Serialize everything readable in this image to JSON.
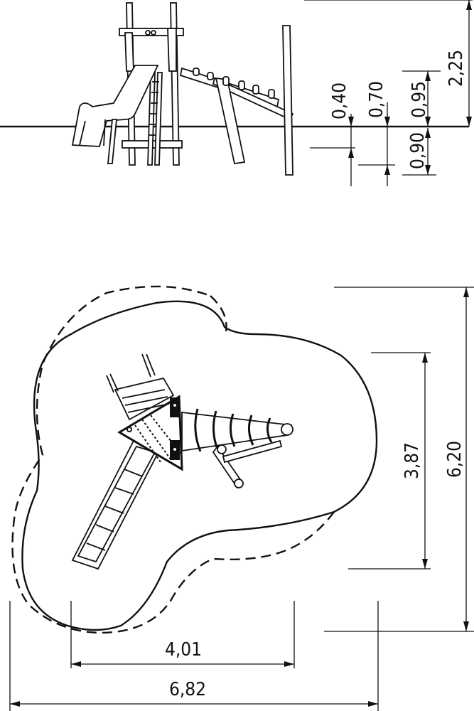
{
  "drawing": {
    "side_view": {
      "dimensions": {
        "total_height": "2,25",
        "platform_height": "0,95",
        "level_a": "0,70",
        "level_b": "0,40",
        "foundation_depth": "0,90"
      }
    },
    "plan_view": {
      "dimensions": {
        "equipment_width": "4,01",
        "safety_zone_width": "6,82",
        "equipment_depth": "3,87",
        "safety_zone_depth": "6,20"
      }
    }
  }
}
